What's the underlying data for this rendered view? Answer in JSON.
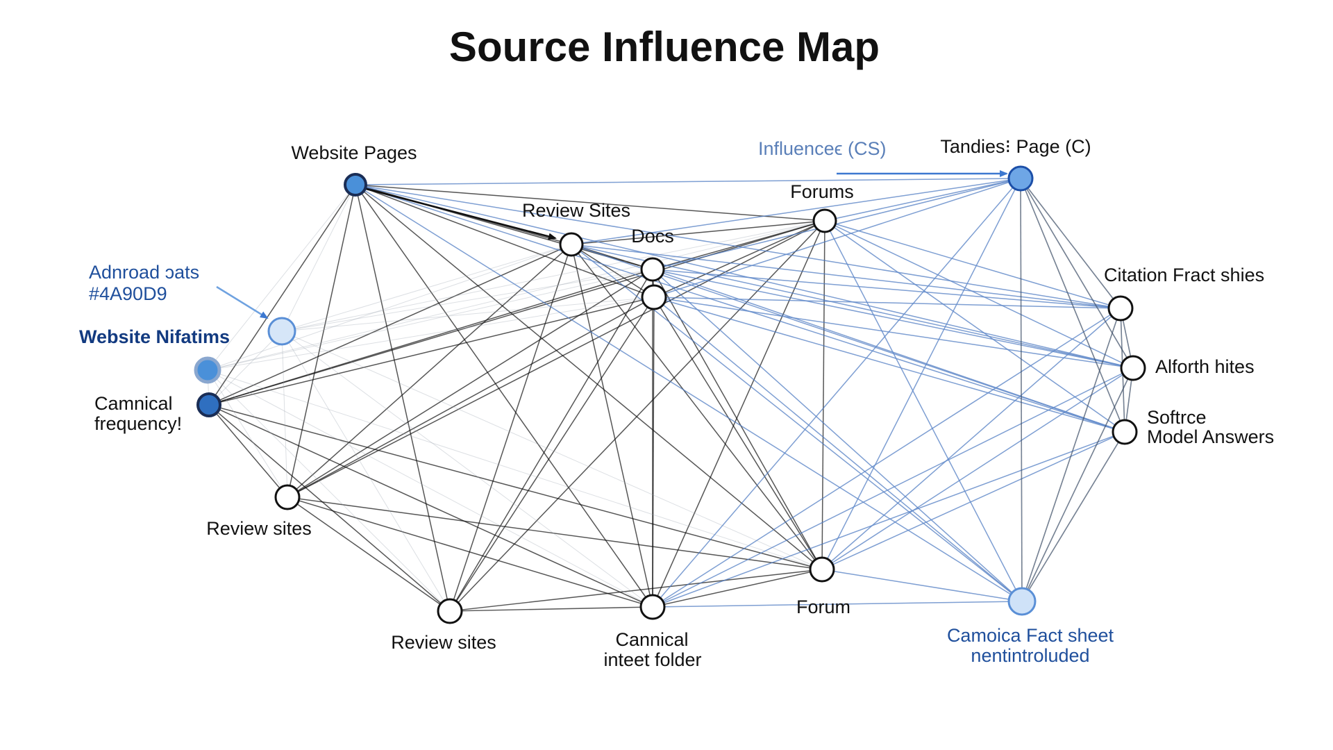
{
  "title": "Source Influence Map",
  "colors": {
    "black_edge": "#111111",
    "blue_edge": "#1c4fa8",
    "light_blue_edge": "#7aa2dc",
    "accent_fill": "#4A90D9",
    "light_fill": "#d6e6f8"
  },
  "labels": {
    "website_pages": "Website Pages",
    "review_sites_top": "Review Sites",
    "docs": "Docs",
    "forums": "Forums",
    "influence": "Influenceϵ (CS)",
    "tandies_page": "Tandies⁝ Page (C)",
    "adnroad_line1": "Adnroad ɔats",
    "adnroad_line2": "#4A90D9",
    "website_nifatims": "Website Nifatims",
    "camnical_line1": "Camnical",
    "camnical_line2": "frequency!",
    "review_sites_left": "Review sites",
    "review_sites_bottom": "Review sites",
    "canical_folder_line1": "Cannical",
    "canical_folder_line2": "inteet folder",
    "forum": "Forum",
    "citation": "Citation Fract shies",
    "alforth": "Alforth hites",
    "softrce_line1": "Softrce",
    "softrce_line2": "Model Answers",
    "camoica_line1": "Camoica Fact sheet",
    "camoica_line2": "nentintroluded"
  }
}
